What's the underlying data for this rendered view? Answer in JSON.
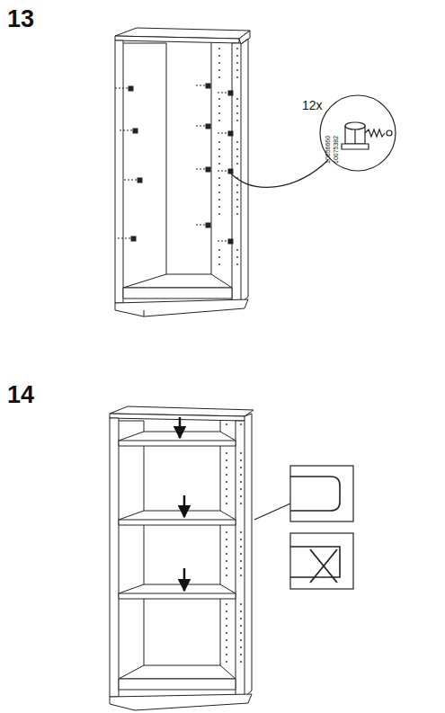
{
  "diagram": {
    "labels": [
      "13",
      "12x",
      "10056660",
      "10075382",
      "14"
    ]
  }
}
